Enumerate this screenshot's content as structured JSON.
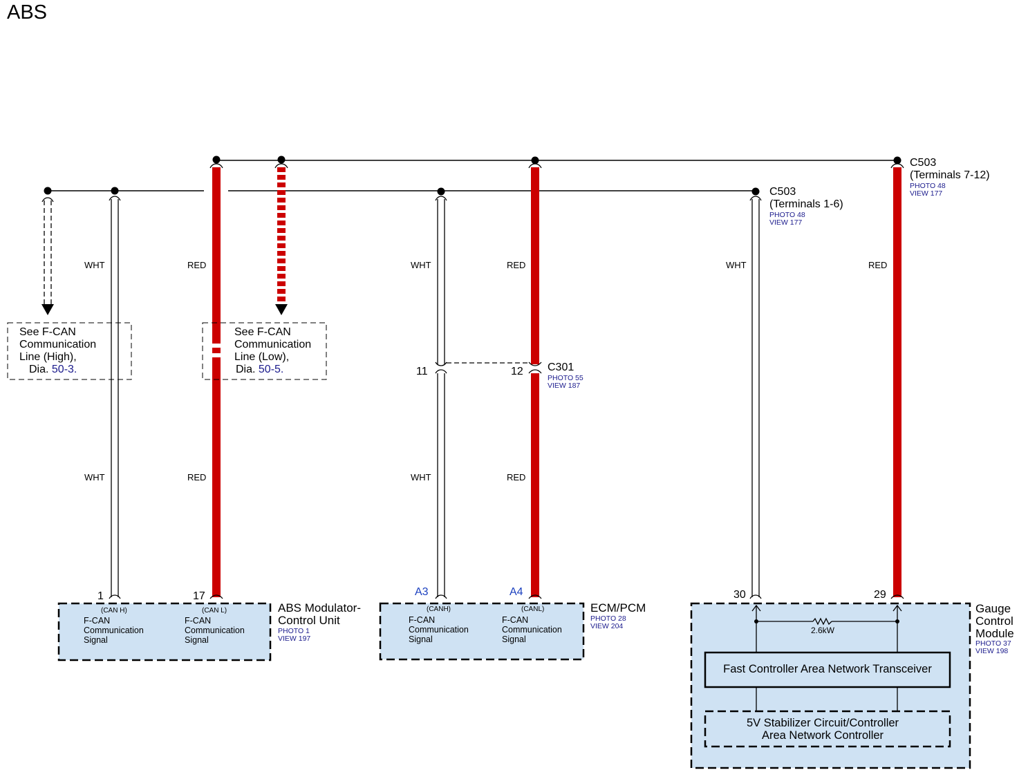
{
  "page": {
    "title": "ABS"
  },
  "wires": {
    "w1": {
      "color_top": "WHT",
      "color_bottom": "WHT"
    },
    "w2": {
      "color_top": "RED",
      "color_bottom": "RED"
    },
    "w3": {
      "color_top": "WHT",
      "color_bottom": "WHT"
    },
    "w4": {
      "color_top": "RED",
      "color_bottom": "RED"
    },
    "w5": {
      "color_top": "WHT"
    },
    "w6": {
      "color_top": "RED"
    }
  },
  "references": {
    "high": {
      "line1": "See F-CAN",
      "line2": "Communication",
      "line3": "Line (High),",
      "dia_prefix": "Dia.",
      "dia_link": "50-3."
    },
    "low": {
      "line1": "See F-CAN",
      "line2": "Communication",
      "line3": "Line (Low),",
      "dia_prefix": "Dia.",
      "dia_link": "50-5."
    }
  },
  "connectors": {
    "c301": {
      "name": "C301",
      "photo": "PHOTO 55",
      "view": "VIEW 187",
      "pin_left": "11",
      "pin_right": "12"
    },
    "c503a": {
      "name": "C503",
      "sub": "(Terminals 1-6)",
      "photo": "PHOTO 48",
      "view": "VIEW 177"
    },
    "c503b": {
      "name": "C503",
      "sub": "(Terminals 7-12)",
      "photo": "PHOTO 48",
      "view": "VIEW 177"
    }
  },
  "components": {
    "abs": {
      "name_line1": "ABS Modulator-",
      "name_line2": "Control Unit",
      "photo": "PHOTO 1",
      "view": "VIEW 197",
      "pin1": "1",
      "pin1_tag": "(CAN H)",
      "pin2": "17",
      "pin2_tag": "(CAN L)",
      "sig_line1": "F-CAN",
      "sig_line2": "Communication",
      "sig_line3": "Signal"
    },
    "ecm": {
      "name": "ECM/PCM",
      "photo": "PHOTO 28",
      "view": "VIEW 204",
      "pin1": "A3",
      "pin1_tag": "(CANH)",
      "pin2": "A4",
      "pin2_tag": "(CANL)",
      "sig_line1": "F-CAN",
      "sig_line2": "Communication",
      "sig_line3": "Signal"
    },
    "gauge": {
      "name_line1": "Gauge",
      "name_line2": "Control",
      "name_line3": "Module",
      "photo": "PHOTO 37",
      "view": "VIEW 198",
      "pin1": "30",
      "pin2": "29",
      "resistor": "2.6kW",
      "transceiver": "Fast Controller Area Network Transceiver",
      "stabilizer_line1": "5V Stabilizer Circuit/Controller",
      "stabilizer_line2": "Area Network Controller"
    }
  },
  "colors": {
    "red_wire": "#cc0000",
    "module_fill": "#cfe2f3",
    "link_blue": "#1a1a8c"
  }
}
